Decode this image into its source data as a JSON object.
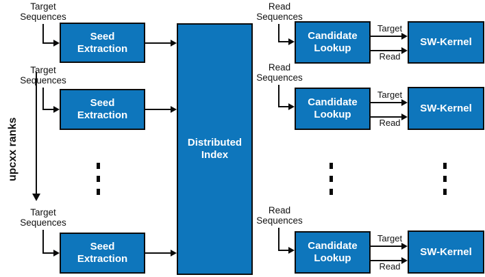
{
  "figure": {
    "title": "upcxx ranks pipeline diagram",
    "accent_color": "#0e76bc",
    "line_color": "#0a0a0a",
    "background_color": "#ffffff"
  },
  "axis": {
    "rank_label": "upcxx ranks"
  },
  "left_column": {
    "input_labels": [
      "Target\nSequences",
      "Target\nSequences",
      "Target\nSequences"
    ],
    "stage_label": "Seed\nExtraction",
    "stages": [
      {
        "label": "Seed\nExtraction"
      },
      {
        "label": "Seed\nExtraction"
      },
      {
        "label": "Seed\nExtraction"
      }
    ],
    "ellipsis": "vertical-ellipsis"
  },
  "center": {
    "index_label": "Distributed\nIndex"
  },
  "right_column": {
    "input_labels": [
      "Read\nSequences",
      "Read\nSequences",
      "Read\nSequences"
    ],
    "lookup_label": "Candidate\nLookup",
    "kernel_label": "SW-Kernel",
    "rows": [
      {
        "lookup": "Candidate\nLookup",
        "kernel": "SW-Kernel",
        "edge_top": "Target",
        "edge_bottom": "Read"
      },
      {
        "lookup": "Candidate\nLookup",
        "kernel": "SW-Kernel",
        "edge_top": "Target",
        "edge_bottom": "Read"
      },
      {
        "lookup": "Candidate\nLookup",
        "kernel": "SW-Kernel",
        "edge_top": "Target",
        "edge_bottom": "Read"
      }
    ],
    "ellipsis_lookup": "vertical-ellipsis",
    "ellipsis_kernel": "vertical-ellipsis"
  }
}
